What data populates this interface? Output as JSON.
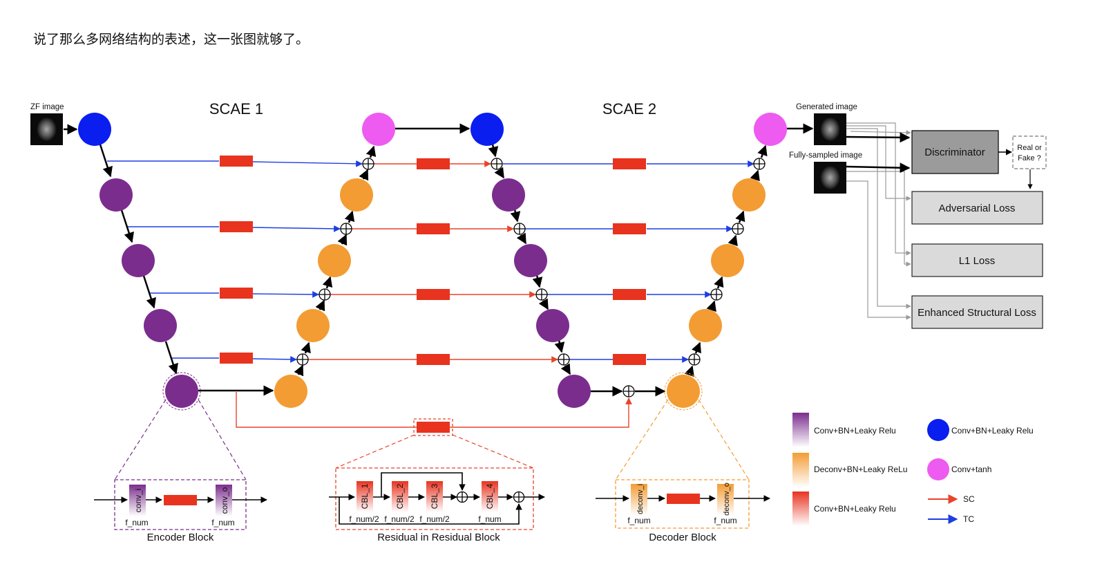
{
  "caption": "说了那么多网络结构的表述，这一张图就够了。",
  "titles": {
    "scae1": "SCAE 1",
    "scae2": "SCAE 2"
  },
  "labels": {
    "zf_image": "ZF image",
    "generated_image": "Generated image",
    "fully_sampled_image": "Fully-sampled image",
    "real_or_fake_line1": "Real or",
    "real_or_fake_line2": "Fake ?"
  },
  "boxes": {
    "discriminator": "Discriminator",
    "adversarial_loss": "Adversarial Loss",
    "l1_loss": "L1 Loss",
    "structural_loss": "Enhanced Structural Loss"
  },
  "blocks": {
    "encoder": {
      "title": "Encoder Block",
      "conv_in": "conv_i",
      "conv_out": "conv_o",
      "f_num_in": "f_num",
      "f_num_out": "f_num"
    },
    "residual": {
      "title": "Residual in Residual Block",
      "cbl1": "CBL_1",
      "cbl2": "CBL_2",
      "cbl3": "CBL_3",
      "cbl4": "CBL_4",
      "f1": "f_num/2",
      "f2": "f_num/2",
      "f3": "f_num/2",
      "f4": "f_num"
    },
    "decoder": {
      "title": "Decoder Block",
      "deconv_in": "deconv_i",
      "deconv_out": "deconv_o",
      "f_num_in": "f_num",
      "f_num_out": "f_num"
    }
  },
  "legend": {
    "purple_bar": "Conv+BN+Leaky Relu",
    "orange_bar": "Deconv+BN+Leaky ReLu",
    "red_bar": "Conv+BN+Leaky Relu",
    "blue_circle": "Conv+BN+Leaky Relu",
    "magenta_circle": "Conv+tanh",
    "sc": "SC",
    "tc": "TC"
  },
  "colors": {
    "purple": "#7b2d8e",
    "orange": "#f39c34",
    "red": "#e8331f",
    "blue": "#0a1ef0",
    "magenta": "#ee5bf0",
    "sc_line": "#e8442a",
    "tc_line": "#1d3fe0",
    "gray_box": "#9b9b9b",
    "light_box": "#dadada"
  }
}
